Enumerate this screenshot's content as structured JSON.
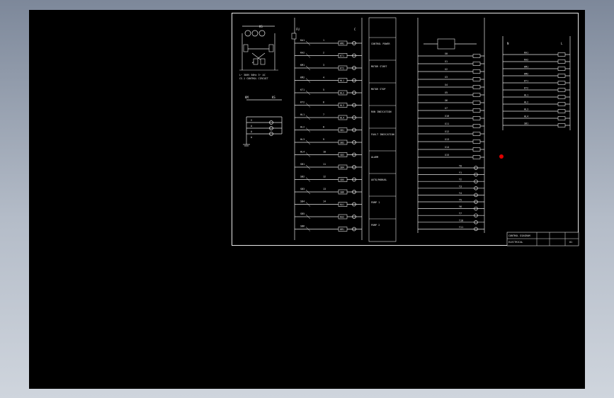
{
  "viewport": {
    "background": "#000000",
    "frame": "#e6e6e6",
    "marker_color": "#e00000"
  },
  "schematic": {
    "left_block": {
      "label_top": "KS",
      "label_top2": "KM",
      "meter_labels": [
        "V",
        "A",
        "A",
        "A"
      ],
      "note_line_1": "L~ 380V 50Hz 3~ AC",
      "note_line_2": "CS-1 CONTROL CIRCUIT"
    },
    "main_column": {
      "left_label": "FU",
      "right_label": "C",
      "rung_tags": [
        "KA1",
        "KA2",
        "KM1",
        "KM2",
        "KT1",
        "KT2",
        "HL1",
        "HL2",
        "HL3",
        "HL4",
        "SB1",
        "SB2",
        "SB3",
        "SB4",
        "SB5",
        "SB6"
      ],
      "rung_nums": [
        "1",
        "2",
        "3",
        "4",
        "5",
        "6",
        "7",
        "8",
        "9",
        "10",
        "11",
        "12",
        "13",
        "14"
      ]
    },
    "desc_column": {
      "entries": [
        "CONTROL POWER",
        "MOTOR START",
        "MOTOR STOP",
        "RUN INDICATION",
        "FAULT INDICATION",
        "ALARM",
        "AUTO/MANUAL",
        "PUMP 1",
        "PUMP 2"
      ]
    },
    "plc_block": {
      "input_tags": [
        "X0",
        "X1",
        "X2",
        "X3",
        "X4",
        "X5",
        "X6",
        "X7",
        "X10",
        "X11",
        "X12",
        "X13",
        "X14",
        "X15"
      ],
      "output_tags": [
        "Y0",
        "Y1",
        "Y2",
        "Y3",
        "Y4",
        "Y5",
        "Y6",
        "Y7",
        "Y10",
        "Y11"
      ]
    },
    "terminal_table": {
      "header_left": "N",
      "header_right": "L",
      "rows": [
        "KA1",
        "KA2",
        "KM1",
        "KM2",
        "KT1",
        "KT2",
        "HL1",
        "HL2",
        "HL3",
        "HL4",
        "SB1"
      ]
    },
    "title_block": {
      "line1": "CONTROL DIAGRAM",
      "line2": "ELECTRICAL",
      "sheet_no": "01"
    }
  }
}
